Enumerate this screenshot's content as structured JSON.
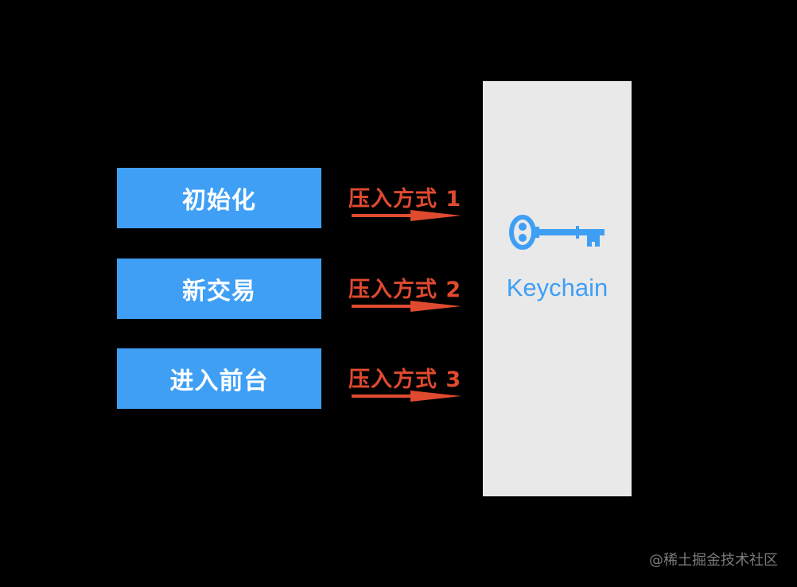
{
  "events": [
    {
      "label": "初始化"
    },
    {
      "label": "新交易"
    },
    {
      "label": "进入前台"
    }
  ],
  "arrows": [
    {
      "label": "压入方式 1"
    },
    {
      "label": "压入方式 2"
    },
    {
      "label": "压入方式 3"
    }
  ],
  "keychain": {
    "label": "Keychain",
    "icon": "key-icon"
  },
  "watermark": "@稀土掘金技术社区",
  "colors": {
    "background": "#000000",
    "event_box": "#3e9ff5",
    "arrow": "#e04a2f",
    "keychain_panel": "#e9e9e9",
    "keychain_accent": "#3e9ff5"
  }
}
